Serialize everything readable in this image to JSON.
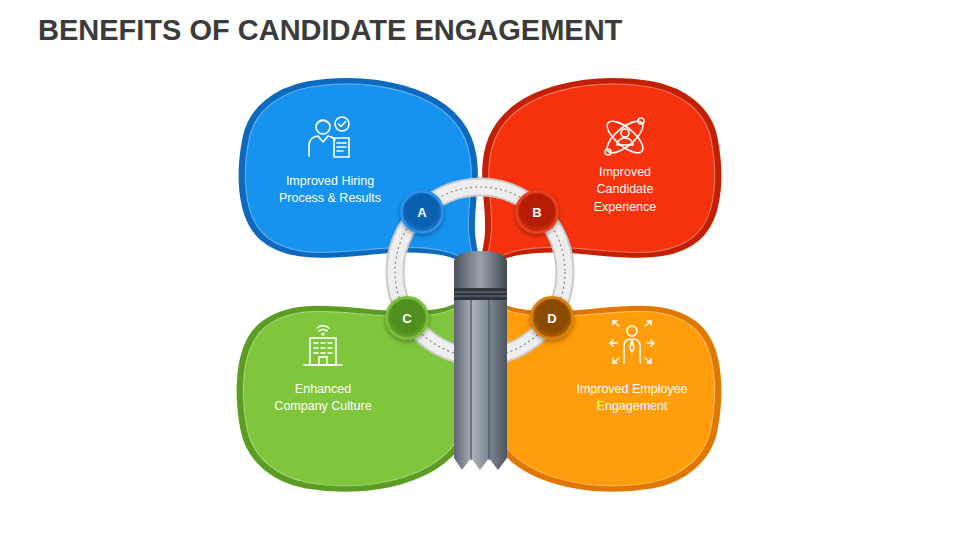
{
  "diagram": {
    "title": "BENEFITS OF CANDIDATE ENGAGEMENT",
    "nodes": [
      {
        "text": [
          "Improved Hiring Process & Results"
        ]
      },
      {
        "text": [
          "Improved Candidate Experience"
        ]
      },
      {
        "text": [
          "Enhanced Company Culture"
        ]
      },
      {
        "text": [
          "Improved Employee Engagement"
        ]
      },
      {
        "text": [
          "A"
        ]
      },
      {
        "text": [
          "B"
        ]
      },
      {
        "text": [
          "C"
        ]
      },
      {
        "text": [
          "D"
        ]
      }
    ]
  }
}
